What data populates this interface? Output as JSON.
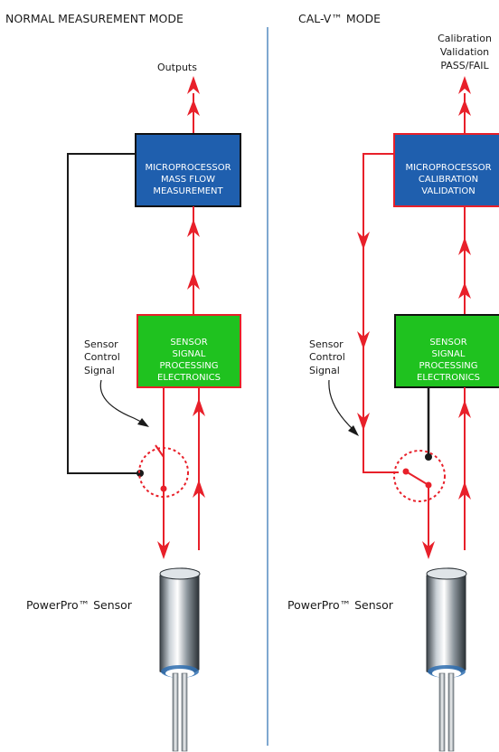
{
  "left": {
    "heading": "NORMAL MEASUREMENT MODE",
    "outputs_label": "Outputs",
    "micro_box": [
      "MICROPROCESSOR",
      "MASS FLOW",
      "MEASUREMENT"
    ],
    "sensor_box": [
      "SENSOR",
      "SIGNAL",
      "PROCESSING",
      "ELECTRONICS"
    ],
    "control_label": [
      "Sensor",
      "Control",
      "Signal"
    ],
    "sensor_label": "PowerPro™ Sensor"
  },
  "right": {
    "heading": "CAL-V™ MODE",
    "outputs_label": [
      "Calibration",
      "Validation",
      "PASS/FAIL"
    ],
    "micro_box": [
      "MICROPROCESSOR",
      "CALIBRATION",
      "VALIDATION"
    ],
    "sensor_box": [
      "SENSOR",
      "SIGNAL",
      "PROCESSING",
      "ELECTRONICS"
    ],
    "control_label": [
      "Sensor",
      "Control",
      "Signal"
    ],
    "sensor_label": "PowerPro™ Sensor"
  },
  "colors": {
    "signal_red": "#e8202a",
    "micro_blue": "#1f5fae",
    "sensor_green": "#1fc21f",
    "control_black": "#1a1a1a",
    "divider_blue": "#2a6fb0"
  }
}
